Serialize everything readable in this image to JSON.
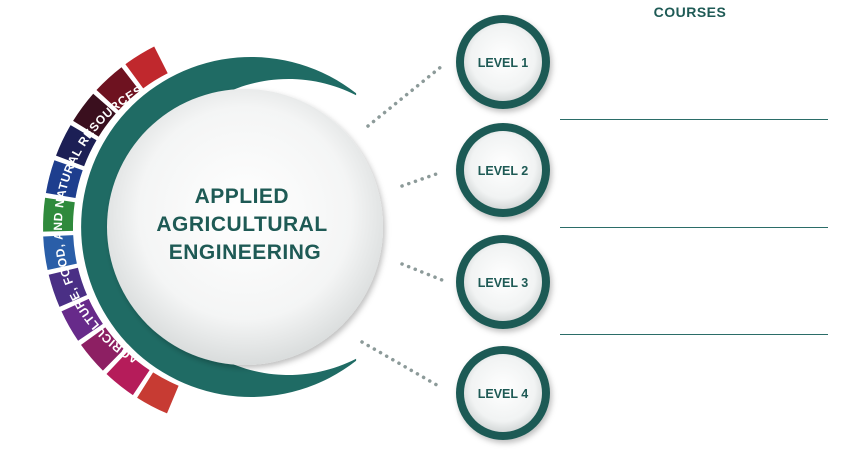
{
  "title_lines": [
    "APPLIED",
    "AGRICULTURAL",
    "ENGINEERING"
  ],
  "arc_label": "AGRICULTURE, FOOD, AND NATURAL RESOURCES",
  "courses_header": "COURSES",
  "levels": [
    {
      "label": "LEVEL 1"
    },
    {
      "label": "LEVEL 2"
    },
    {
      "label": "LEVEL 3"
    },
    {
      "label": "LEVEL 4"
    }
  ],
  "colors": {
    "teal": "#1f6b64",
    "dark_teal": "#1e5a55",
    "dots": "#8c9a99",
    "segments": [
      "#c0282d",
      "#6e1220",
      "#3a0f1e",
      "#1c1f55",
      "#1e3e8e",
      "#2f8a3c",
      "#2a5ea8",
      "#4a2f85",
      "#672a8a",
      "#8d1f63",
      "#b51c5a",
      "#c73b33"
    ]
  }
}
